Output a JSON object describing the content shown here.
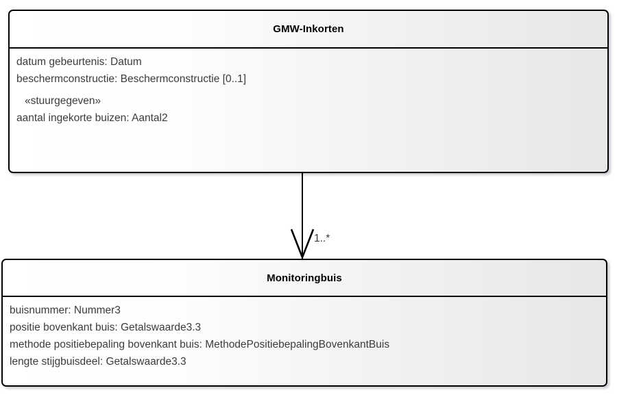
{
  "diagram": {
    "type": "uml-class-diagram",
    "background_color": "#ffffff",
    "border_color": "#000000",
    "text_color": "#3b3b3b",
    "title_color": "#000000"
  },
  "classes": [
    {
      "name": "GMW-Inkorten",
      "attributes": [
        {
          "text": "datum gebeurtenis: Datum",
          "stereotype": false
        },
        {
          "text": "beschermconstructie: Beschermconstructie [0..1]",
          "stereotype": false
        },
        {
          "text": "«stuurgegeven»",
          "stereotype": true
        },
        {
          "text": "aantal ingekorte buizen: Aantal2",
          "stereotype": false
        }
      ]
    },
    {
      "name": "Monitoringbuis",
      "attributes": [
        {
          "text": "buisnummer: Nummer3",
          "stereotype": false
        },
        {
          "text": "positie bovenkant buis: Getalswaarde3.3",
          "stereotype": false
        },
        {
          "text": "methode positiebepaling bovenkant buis: MethodePositiebepalingBovenkantBuis",
          "stereotype": false
        },
        {
          "text": "lengte stijgbuisdeel: Getalswaarde3.3",
          "stereotype": false
        }
      ]
    }
  ],
  "association": {
    "multiplicity_label": "1..*",
    "arrow_style": "open-arrowhead",
    "direction": "down"
  }
}
